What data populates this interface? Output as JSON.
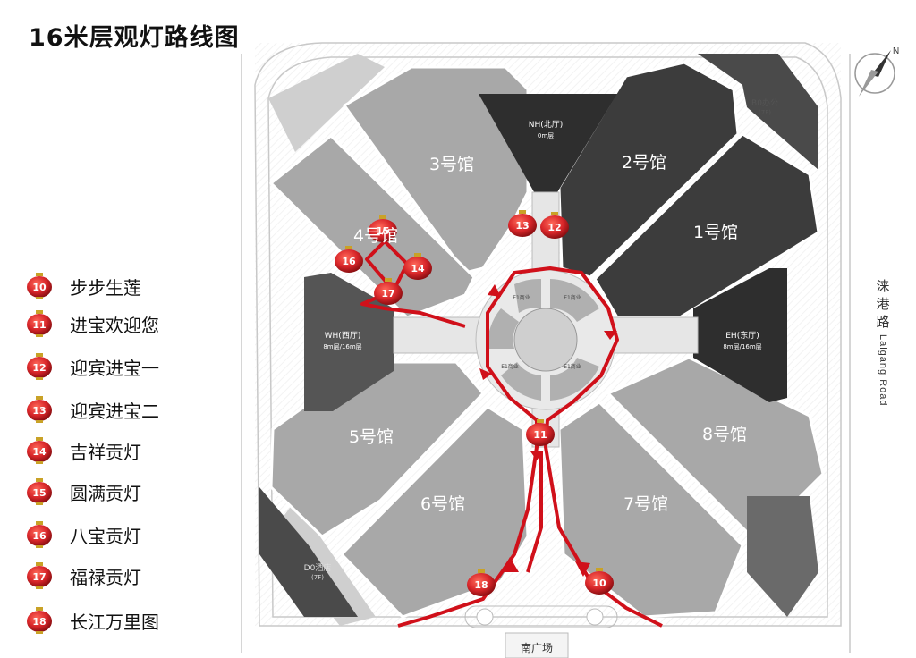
{
  "title": "16米层观灯路线图",
  "halls": {
    "h1": "1号馆",
    "h2": "2号馆",
    "h3": "3号馆",
    "h4": "4号馆",
    "h5": "5号馆",
    "h6": "6号馆",
    "h7": "7号馆",
    "h8": "8号馆"
  },
  "buildings": {
    "nh_name": "NH(北厅)",
    "nh_floor": "0m层",
    "wh_name": "WH(西厅)",
    "wh_floor": "8m层/16m层",
    "eh_name": "EH(东厅)",
    "eh_floor": "8m层/16m层",
    "b0_name": "B0办公",
    "b0_floor": "(7F)",
    "d0_name": "D0酒店",
    "d0_floor": "(7F)",
    "south_plaza": "南广场"
  },
  "road": {
    "cn_1": "涞",
    "cn_2": "港",
    "cn_3": "路",
    "en": "Laigang Road"
  },
  "legend": [
    {
      "num": "10",
      "label": "步步生莲"
    },
    {
      "num": "11",
      "label": "进宝欢迎您"
    },
    {
      "num": "12",
      "label": "迎宾进宝一"
    },
    {
      "num": "13",
      "label": "迎宾进宝二"
    },
    {
      "num": "14",
      "label": "吉祥贡灯"
    },
    {
      "num": "15",
      "label": "圆满贡灯"
    },
    {
      "num": "16",
      "label": "八宝贡灯"
    },
    {
      "num": "17",
      "label": "福禄贡灯"
    },
    {
      "num": "18",
      "label": "长江万里图"
    }
  ],
  "map_markers": {
    "m10": "10",
    "m11": "11",
    "m12": "12",
    "m13": "13",
    "m14": "14",
    "m15": "15",
    "m16": "16",
    "m17": "17",
    "m18": "18"
  },
  "center_labels": {
    "c1": "E1商业",
    "c2": "E1商业",
    "c3": "E1商业",
    "c4": "E1商业",
    "floor": "(7F)"
  },
  "colors": {
    "route": "#d0101a",
    "hall_light": "#a8a8a8",
    "hall_dark": "#3c3c3c",
    "lantern": "#d8262a"
  }
}
